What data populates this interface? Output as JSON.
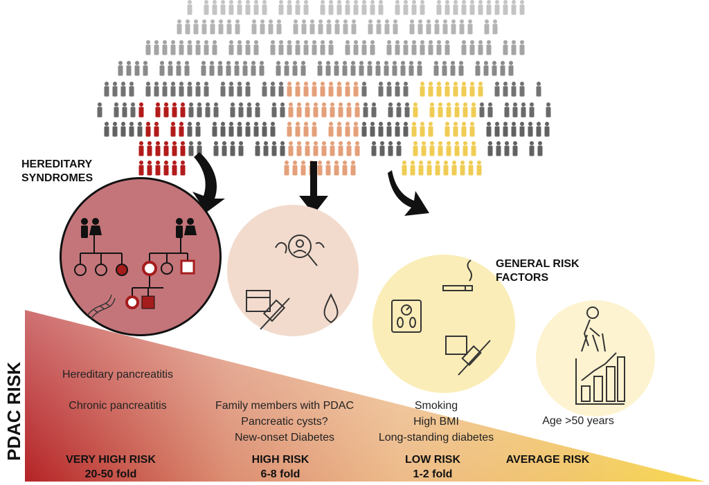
{
  "headings": {
    "hereditary_line1": "HEREDITARY",
    "hereditary_line2": "SYNDROMES",
    "general_line1": "GENERAL RISK",
    "general_line2": "FACTORS"
  },
  "axis_label": "PDAC RISK",
  "groups": [
    {
      "items": [
        "Hereditary pancreatitis",
        "Chronic pancreatitis"
      ],
      "risk_level": "VERY HIGH RISK",
      "risk_fold": "20-50 fold"
    },
    {
      "items": [
        "Family members with PDAC",
        "Pancreatic cysts?",
        "New-onset Diabetes"
      ],
      "risk_level": "HIGH RISK",
      "risk_fold": "6-8 fold"
    },
    {
      "items": [
        "Smoking",
        "High BMI",
        "Long-standing diabetes"
      ],
      "risk_level": "LOW RISK",
      "risk_fold": "1-2 fold"
    },
    {
      "items": [
        "Age >50 years"
      ],
      "risk_level": "AVERAGE RISK",
      "risk_fold": ""
    }
  ],
  "colors": {
    "very_high": "#b31b1b",
    "high": "#e4a07a",
    "low": "#f0cc55",
    "average": "#f7e9b0",
    "crowd_grey": "#5a5a5a"
  }
}
